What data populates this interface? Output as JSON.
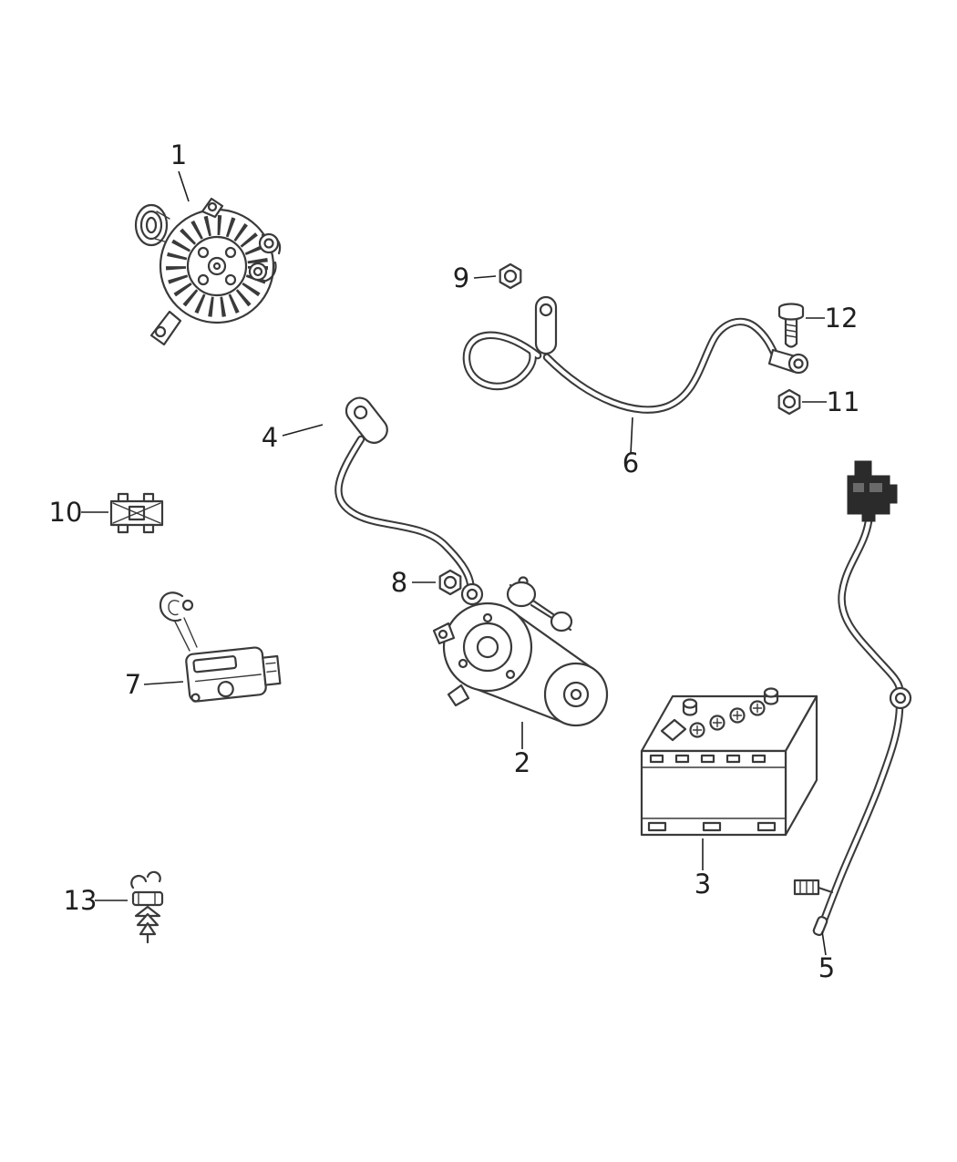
{
  "callouts": {
    "c1": {
      "number": "1",
      "part": "alternator"
    },
    "c2": {
      "number": "2",
      "part": "starter-motor"
    },
    "c3": {
      "number": "3",
      "part": "battery"
    },
    "c4": {
      "number": "4",
      "part": "battery-ground-cable-short"
    },
    "c5": {
      "number": "5",
      "part": "battery-positive-cable"
    },
    "c6": {
      "number": "6",
      "part": "engine-ground-strap"
    },
    "c7": {
      "number": "7",
      "part": "battery-sensor-module"
    },
    "c8": {
      "number": "8",
      "part": "hex-nut"
    },
    "c9": {
      "number": "9",
      "part": "hex-nut"
    },
    "c10": {
      "number": "10",
      "part": "retainer-clip"
    },
    "c11": {
      "number": "11",
      "part": "hex-nut"
    },
    "c12": {
      "number": "12",
      "part": "hex-bolt"
    },
    "c13": {
      "number": "13",
      "part": "harness-clip"
    }
  },
  "colors": {
    "line": "#3a3a3a",
    "label": "#1f1f1f",
    "background": "#ffffff",
    "connector_fill": "#2b2b2b"
  }
}
